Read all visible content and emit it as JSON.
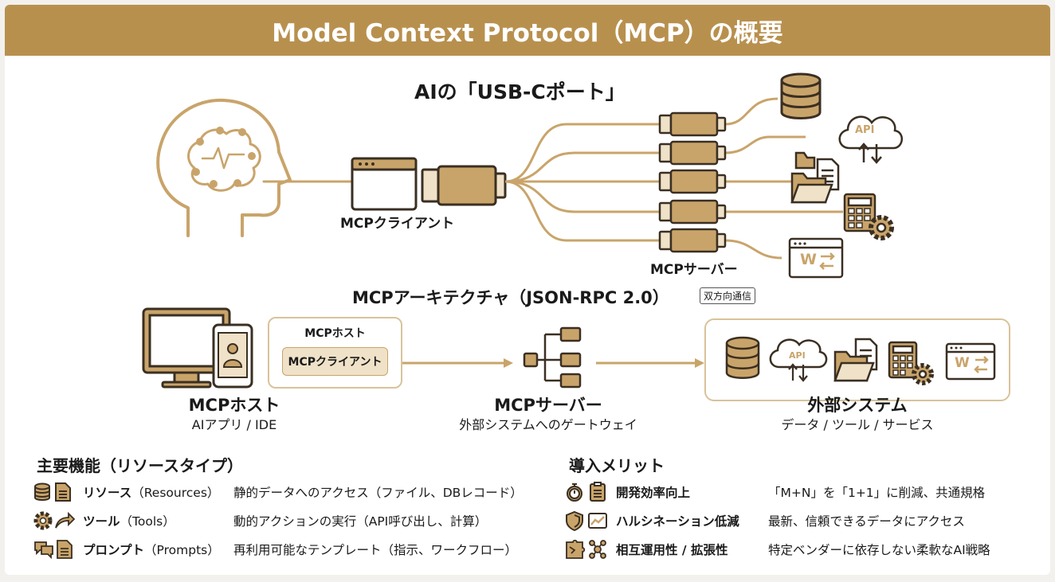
{
  "title": "Model Context Protocol（MCP）の概要",
  "top": {
    "heading": "AIの「USB-Cポート」",
    "client_label": "MCPクライアント",
    "server_label": "MCPサーバー",
    "api_label": "API",
    "w_label": "W"
  },
  "arch": {
    "heading": "MCPアーキテクチャ（JSON-RPC 2.0）",
    "badge": "双方向通信",
    "host_box_title": "MCPホスト",
    "host_box_client": "MCPクライアント",
    "host_label": "MCPホスト",
    "host_sub": "AIアプリ / IDE",
    "server_label": "MCPサーバー",
    "server_sub": "外部システムへのゲートウェイ",
    "ext_label": "外部システム",
    "ext_sub": "データ / ツール / サービス",
    "api_label": "API",
    "w_label": "W"
  },
  "features": {
    "heading": "主要機能（リソースタイプ）",
    "items": [
      {
        "name": "リソース",
        "en": "（Resources）",
        "desc": "静的データへのアクセス（ファイル、DBレコード）"
      },
      {
        "name": "ツール",
        "en": "（Tools）",
        "desc": "動的アクションの実行（API呼び出し、計算）"
      },
      {
        "name": "プロンプト",
        "en": "（Prompts）",
        "desc": "再利用可能なテンプレート（指示、ワークフロー）"
      }
    ]
  },
  "benefits": {
    "heading": "導入メリット",
    "items": [
      {
        "name": "開発効率向上",
        "desc": "「M+N」を「1+1」に削減、共通規格"
      },
      {
        "name": "ハルシネーション低減",
        "desc": "最新、信頼できるデータにアクセス"
      },
      {
        "name": "相互運用性 / 拡張性",
        "desc": "特定ベンダーに依存しない柔軟なAI戦略"
      }
    ]
  },
  "colors": {
    "accent": "#b8904e",
    "icon_dark": "#3a2f22",
    "icon_fill": "#c9a46a",
    "light_fill": "#efe2c8"
  }
}
